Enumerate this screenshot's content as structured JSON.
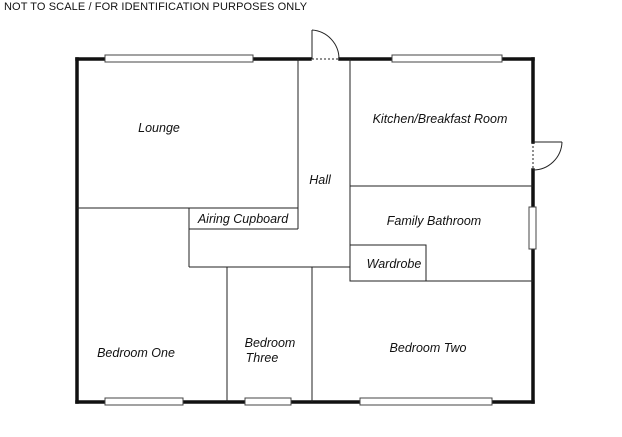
{
  "disclaimer": "NOT TO SCALE / FOR IDENTIFICATION PURPOSES ONLY",
  "rooms": {
    "lounge": "Lounge",
    "hall": "Hall",
    "kitchen": "Kitchen/Breakfast Room",
    "family_bathroom": "Family Bathroom",
    "airing_cupboard": "Airing Cupboard",
    "wardrobe": "Wardrobe",
    "bedroom_one": "Bedroom One",
    "bedroom_three_line1": "Bedroom",
    "bedroom_three_line2": "Three",
    "bedroom_two": "Bedroom Two"
  },
  "colors": {
    "wall": "#111111",
    "window_fill": "#ffffff"
  }
}
